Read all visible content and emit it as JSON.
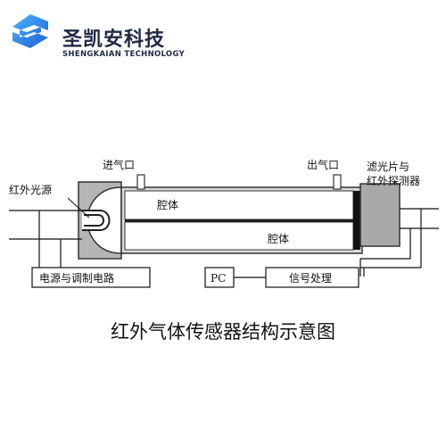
{
  "brand": {
    "name_cn": "圣凯安科技",
    "name_en": "SHENGKAIAN TECHNOLOGY",
    "accent": "#1e6fd9",
    "dark": "#1f2a44"
  },
  "diagram": {
    "labels": {
      "inlet": "进气口",
      "outlet": "出气口",
      "filter_detector_line1": "滤光片与",
      "filter_detector_line2": "红外探测器",
      "ir_source": "红外光源",
      "chamber_top": "腔体",
      "chamber_bottom": "腔体",
      "power_circuit": "电源与调制电路",
      "pc": "PC",
      "signal_processing": "信号处理"
    },
    "caption": "红外气体传感器结构示意图"
  }
}
